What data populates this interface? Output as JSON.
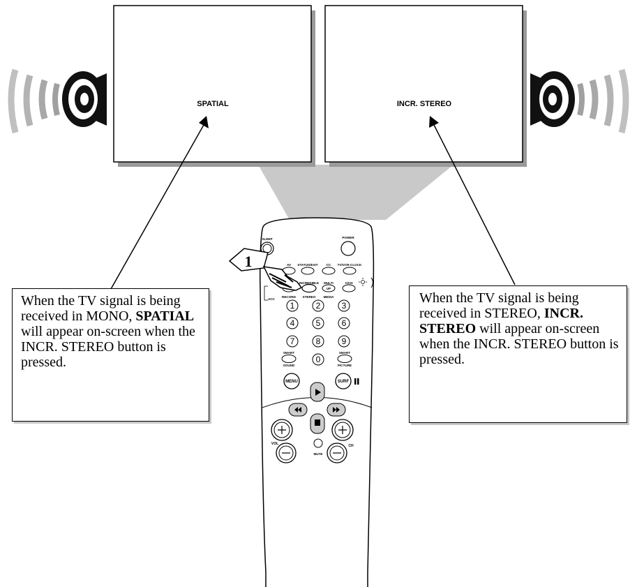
{
  "screens": {
    "left": {
      "label": "SPATIAL"
    },
    "right": {
      "label": "INCR. STEREO"
    }
  },
  "step_marker": "1",
  "callouts": {
    "left": {
      "p1": "When the TV signal is being received in MONO, ",
      "bold1": "SPATIAL",
      "p2": " will appear on-screen when the INCR. STEREO button is pressed."
    },
    "right": {
      "p1": "When the TV signal is being received in STEREO, ",
      "bold1": "INCR. STEREO",
      "p2": " will appear on-screen when the INCR. STEREO button is pressed."
    }
  },
  "remote": {
    "sleep": "SLEEP",
    "power": "POWER",
    "av": "AV",
    "status_exit": "STATUS/EXIT",
    "cc": "CC",
    "tv_vcr_clock": "TV/VCR-CLOCK",
    "incredible": "INCREDIBLE",
    "multi": "MULTI",
    "up": "UP",
    "ach": "A/CH",
    "record": "RECORD",
    "stereo": "STEREO",
    "media": "MEDIA",
    "acc": "ACC",
    "smart_left": "SMART",
    "smart_right": "SMART",
    "sound": "SOUND",
    "picture": "PICTURE",
    "menu": "MENU",
    "surf": "SURF",
    "vol": "VOL",
    "ch": "CH",
    "mute": "MUTE",
    "numbers": [
      "1",
      "2",
      "3",
      "4",
      "5",
      "6",
      "7",
      "8",
      "9",
      "0"
    ]
  }
}
